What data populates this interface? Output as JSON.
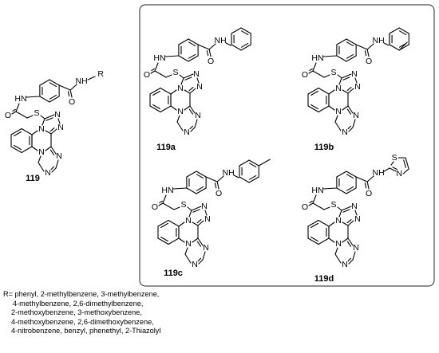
{
  "compounds": {
    "c119": {
      "label": "119",
      "substituent_text": "R"
    },
    "c119a": {
      "label": "119a"
    },
    "c119b": {
      "label": "119b"
    },
    "c119c": {
      "label": "119c"
    },
    "c119d": {
      "label": "119d"
    }
  },
  "atoms": {
    "N": "N",
    "O": "O",
    "S": "S",
    "NH": "NH",
    "HN": "HN"
  },
  "r_definition": {
    "lines": [
      "R= phenyl, 2-methylbenzene, 3-methylbenzene,",
      "4-methylbenzene, 2,6-dimethylbenzene,",
      "2-methoxybenzene, 3-methoxybenzene,",
      "4-methoxybenzene, 2,6-dimethoxybenzene,",
      "4-nitrobenzene, benzyl, phenethyl, 2-Thiazolyl"
    ]
  }
}
